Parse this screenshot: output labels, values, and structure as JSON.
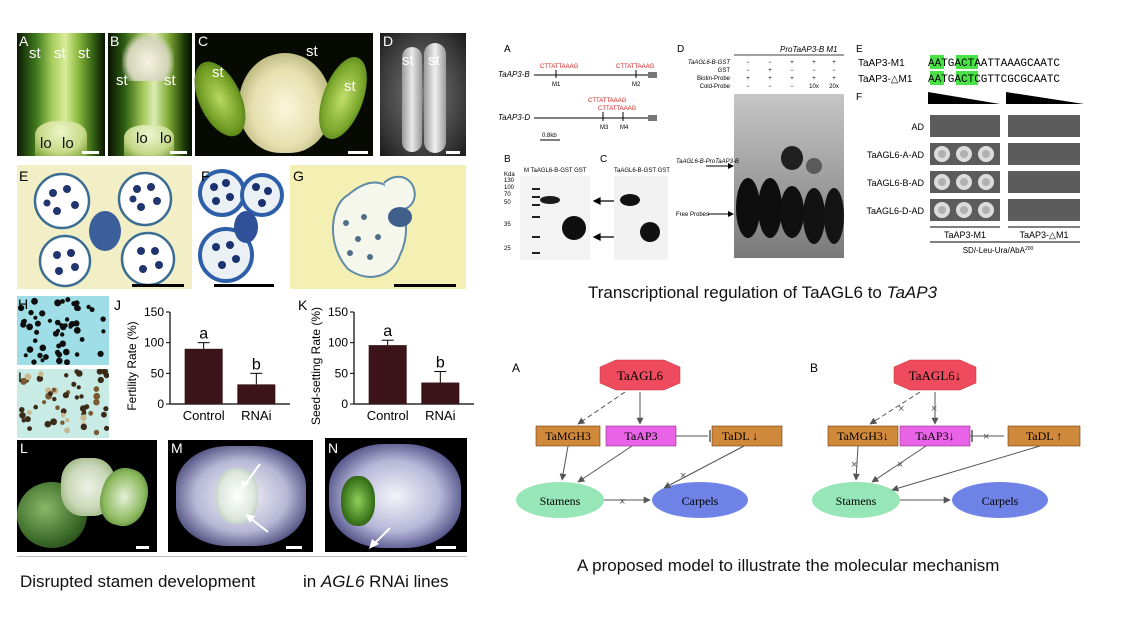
{
  "left_panels": {
    "A": {
      "label": "A",
      "st": [
        "st",
        "st",
        "st"
      ],
      "lo": [
        "lo",
        "lo"
      ]
    },
    "B": {
      "label": "B",
      "st": [
        "st",
        "st"
      ],
      "lo": [
        "lo",
        "lo"
      ]
    },
    "C": {
      "label": "C",
      "st": [
        "st",
        "st",
        "st"
      ]
    },
    "D": {
      "label": "D",
      "st": [
        "st",
        "st"
      ]
    },
    "E": {
      "label": "E"
    },
    "F": {
      "label": "F"
    },
    "G": {
      "label": "G"
    },
    "H": {
      "label": "H"
    },
    "I": {
      "label": "I"
    },
    "L": {
      "label": "L"
    },
    "M": {
      "label": "M"
    },
    "N": {
      "label": "N"
    }
  },
  "charts": [
    {
      "panel": "J",
      "type": "bar",
      "categories": [
        "Control",
        "RNAi"
      ],
      "values": [
        90,
        32
      ],
      "errors": [
        10,
        18
      ],
      "sig": [
        "a",
        "b"
      ],
      "ylabel": "Fertility Rate (%)",
      "ylim": [
        0,
        150
      ],
      "yticks": [
        0,
        50,
        100,
        150
      ],
      "color": "#3a1418"
    },
    {
      "panel": "K",
      "type": "bar",
      "categories": [
        "Control",
        "RNAi"
      ],
      "values": [
        96,
        35
      ],
      "errors": [
        8,
        18
      ],
      "sig": [
        "a",
        "b"
      ],
      "ylabel": "Seed-setting Rate (%)",
      "ylim": [
        0,
        150
      ],
      "yticks": [
        0,
        50,
        100,
        150
      ],
      "color": "#3a1418"
    }
  ],
  "emsa": {
    "panelA": {
      "label": "A",
      "gene1": "TaAP3-B",
      "gene2": "TaAP3-D",
      "m1": "M1",
      "m2": "M2",
      "m3": "M3",
      "m4": "M4",
      "motif": "CTTATTAAAG",
      "scale": "0.8kb"
    },
    "panelB": {
      "label": "B",
      "header": "M TaAGL6-B-GST  GST",
      "kda": "Kda",
      "markers": [
        "130",
        "100",
        "70",
        "50",
        "35",
        "25"
      ]
    },
    "panelC": {
      "label": "C",
      "header": "TaAGL6-B-GST  GST"
    },
    "panelD": {
      "label": "D",
      "probe_title": "ProTaAP3-B  M1",
      "rows": [
        {
          "name": "TaAGL6-B-GST",
          "vals": [
            "−",
            "−",
            "+",
            "+",
            "+"
          ]
        },
        {
          "name": "GST",
          "vals": [
            "−",
            "+",
            "−",
            "−",
            "−"
          ]
        },
        {
          "name": "Biotin-Probe",
          "vals": [
            "+",
            "+",
            "+",
            "+",
            "+"
          ]
        },
        {
          "name": "Cold-Probe",
          "vals": [
            "−",
            "−",
            "−",
            "10x",
            "20x"
          ]
        }
      ],
      "complex_label": "TaAGL6-B-ProTaAP3-B",
      "free_label": "Free Probes"
    },
    "panelE": {
      "label": "E",
      "seq1_name": "TaAP3-M1",
      "seq1": "AATGACTAATTAAAGCAATC",
      "seq2_name": "TaAP3-△M1",
      "seq2": "AATGACTCGTTCGCGCAATC"
    },
    "panelF": {
      "label": "F",
      "rows": [
        "AD",
        "TaAGL6-A-AD",
        "TaAGL6-B-AD",
        "TaAGL6-D-AD"
      ],
      "cols": [
        "TaAP3-M1",
        "TaAP3-△M1"
      ],
      "medium": "SD/-Leu-Ura/AbA",
      "medium_sup": "200"
    }
  },
  "captions": {
    "top_right_pre": "Transcriptional regulation of TaAGL6 to ",
    "top_right_gene": "TaAP3",
    "bottom_left_1": "Disrupted stamen development",
    "bottom_left_2_pre": "in ",
    "bottom_left_2_gene": "AGL6",
    "bottom_left_2_post": " RNAi lines",
    "bottom_right": "A proposed model to illustrate the molecular mechanism"
  },
  "model": {
    "A": {
      "label": "A",
      "top": "TaAGL6",
      "mgh3": "TaMGH3",
      "ap3": "TaAP3",
      "dl": "TaDL",
      "dl_arrow": "↓",
      "stamens": "Stamens",
      "carpels": "Carpels"
    },
    "B": {
      "label": "B",
      "top": "TaAGL6",
      "top_arrow": "↓",
      "mgh3": "TaMGH3",
      "mgh3_arrow": "↓",
      "ap3": "TaAP3",
      "ap3_arrow": "↓",
      "dl": "TaDL",
      "dl_arrow": "↑",
      "stamens": "Stamens",
      "carpels": "Carpels"
    }
  },
  "colors": {
    "octagon": "#ee4b5e",
    "orange_box": "#d0883a",
    "pink_box": "#e963e6",
    "stamens": "#97e6b8",
    "carpels": "#6f83e6"
  }
}
